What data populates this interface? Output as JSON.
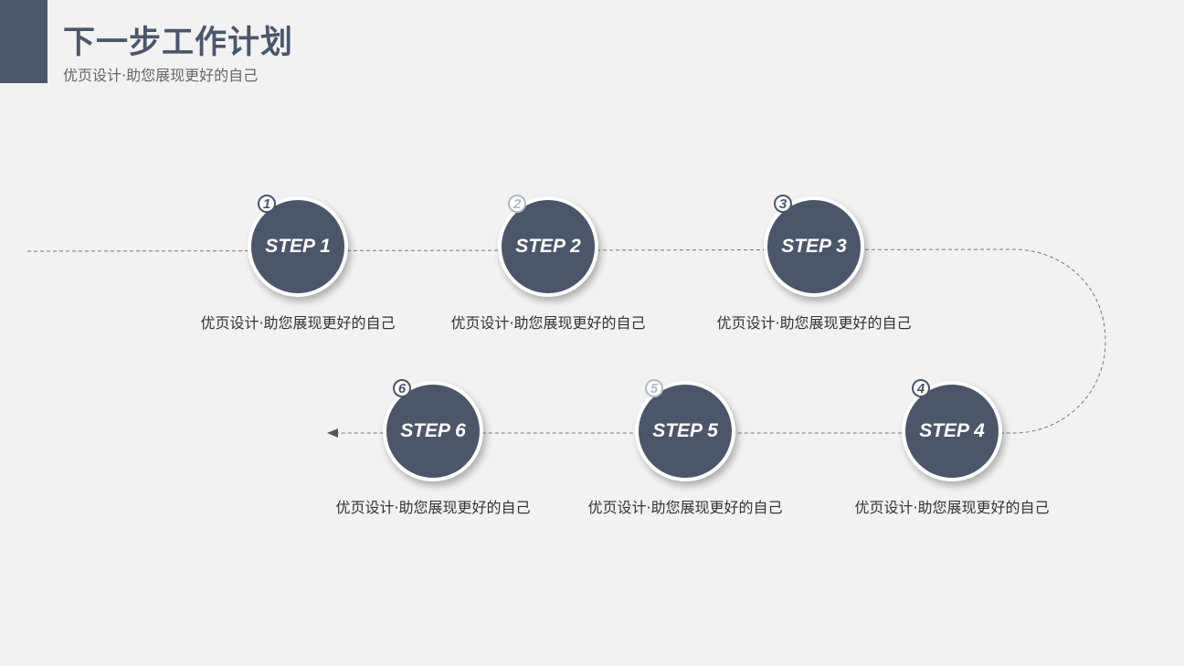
{
  "header": {
    "title": "下一步工作计划",
    "subtitle": "优页设计·助您展现更好的自己"
  },
  "colors": {
    "primary": "#4b566b",
    "background": "#f2f2f2",
    "badge_light": "#b4bac4"
  },
  "steps": [
    {
      "label": "STEP 1",
      "number": "1",
      "caption": "优页设计·助您展现更好的自己"
    },
    {
      "label": "STEP 2",
      "number": "2",
      "caption": "优页设计·助您展现更好的自己"
    },
    {
      "label": "STEP 3",
      "number": "3",
      "caption": "优页设计·助您展现更好的自己"
    },
    {
      "label": "STEP 4",
      "number": "4",
      "caption": "优页设计·助您展现更好的自己"
    },
    {
      "label": "STEP 5",
      "number": "5",
      "caption": "优页设计·助您展现更好的自己"
    },
    {
      "label": "STEP 6",
      "number": "6",
      "caption": "优页设计·助您展现更好的自己"
    }
  ]
}
